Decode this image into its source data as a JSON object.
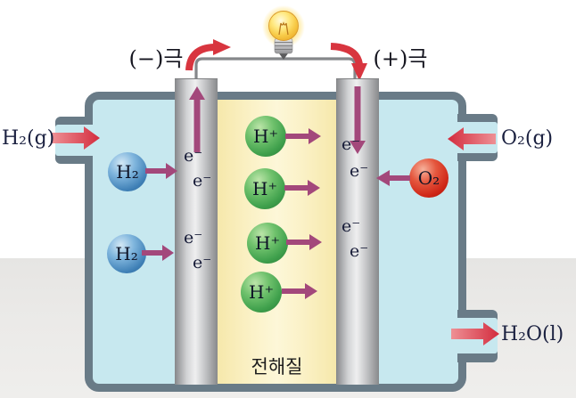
{
  "diagram": "hydrogen fuel cell",
  "labels": {
    "negative_electrode": "(−)극",
    "positive_electrode": "(+)극",
    "hydrogen_gas_in": "H₂(g)",
    "oxygen_gas_in": "O₂(g)",
    "water_out": "H₂O(l)",
    "electrolyte": "전해질"
  },
  "particles": {
    "hydrogen_ions": [
      "H⁺",
      "H⁺",
      "H⁺",
      "H⁺"
    ],
    "hydrogen_molecules": [
      "H₂",
      "H₂"
    ],
    "oxygen_molecules": [
      "O₂"
    ],
    "electrons_negative": [
      "e⁻",
      "e⁻",
      "e⁻",
      "e⁻"
    ],
    "electrons_positive": [
      "e⁻",
      "e⁻",
      "e⁻",
      "e⁻"
    ]
  },
  "colors": {
    "vessel_border": "#697b87",
    "vessel_fill": "#c7e8ef",
    "electrolyte_fill": "#f9eeb8",
    "electrode_metal": "#c5c6c8",
    "hydrogen_ion_green": "#3fa04c",
    "hydrogen_molecule_blue": "#3f80b6",
    "oxygen_molecule_red": "#cf2718",
    "flow_arrow_red": "#d32c3e",
    "ion_arrow_purple": "#a3487b",
    "bulb_glow_yellow": "#ffd84d",
    "wire_gray": "#85878a"
  }
}
